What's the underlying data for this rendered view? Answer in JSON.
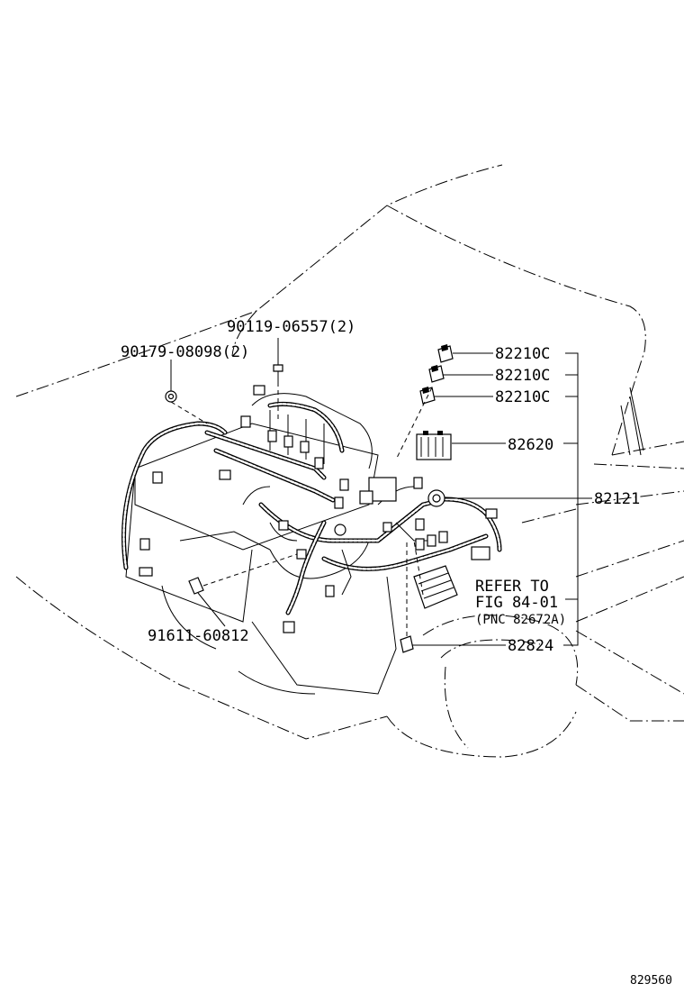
{
  "diagram": {
    "callouts": [
      {
        "id": "c-90119",
        "text": "90119-06557(2)"
      },
      {
        "id": "c-90179",
        "text": "90179-08098(2)"
      },
      {
        "id": "c-82210a",
        "text": "82210C"
      },
      {
        "id": "c-82210b",
        "text": "82210C"
      },
      {
        "id": "c-82210c",
        "text": "82210C"
      },
      {
        "id": "c-82620",
        "text": "82620"
      },
      {
        "id": "c-82121",
        "text": "82121"
      },
      {
        "id": "c-refer1",
        "text": "REFER TO"
      },
      {
        "id": "c-refer2",
        "text": "FIG 84-01"
      },
      {
        "id": "c-refer3",
        "text": "(PNC 82672A)"
      },
      {
        "id": "c-91611",
        "text": "91611-60812"
      },
      {
        "id": "c-82824",
        "text": "82824"
      }
    ],
    "image_id": "829560"
  }
}
